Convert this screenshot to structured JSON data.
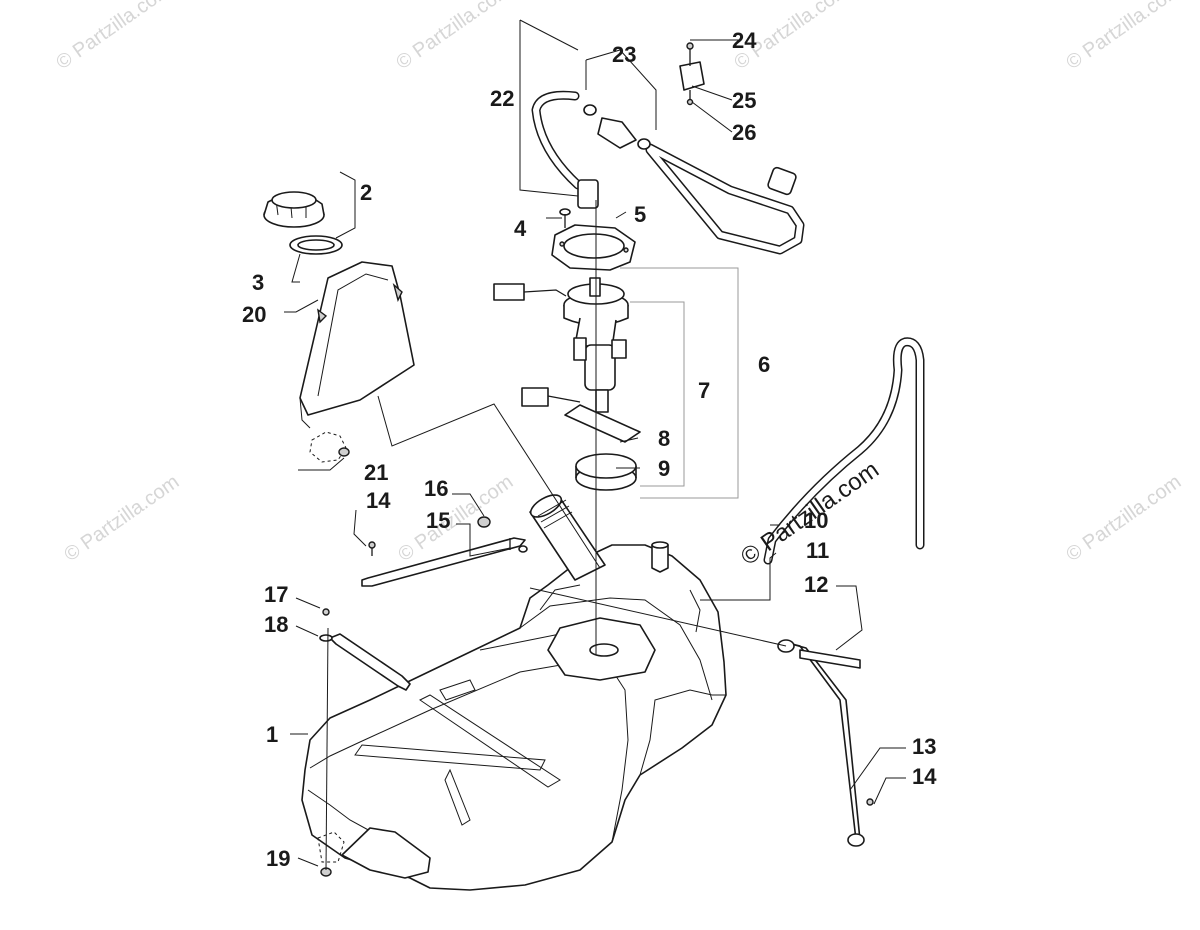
{
  "watermarks": {
    "repeat": "© Partzilla.com",
    "main": "© Partzilla.com"
  },
  "callouts": [
    "1",
    "2",
    "3",
    "4",
    "5",
    "6",
    "7",
    "8",
    "9",
    "10",
    "11",
    "12",
    "13",
    "14",
    "14",
    "15",
    "16",
    "17",
    "18",
    "19",
    "20",
    "21",
    "22",
    "23",
    "24",
    "25",
    "26"
  ]
}
